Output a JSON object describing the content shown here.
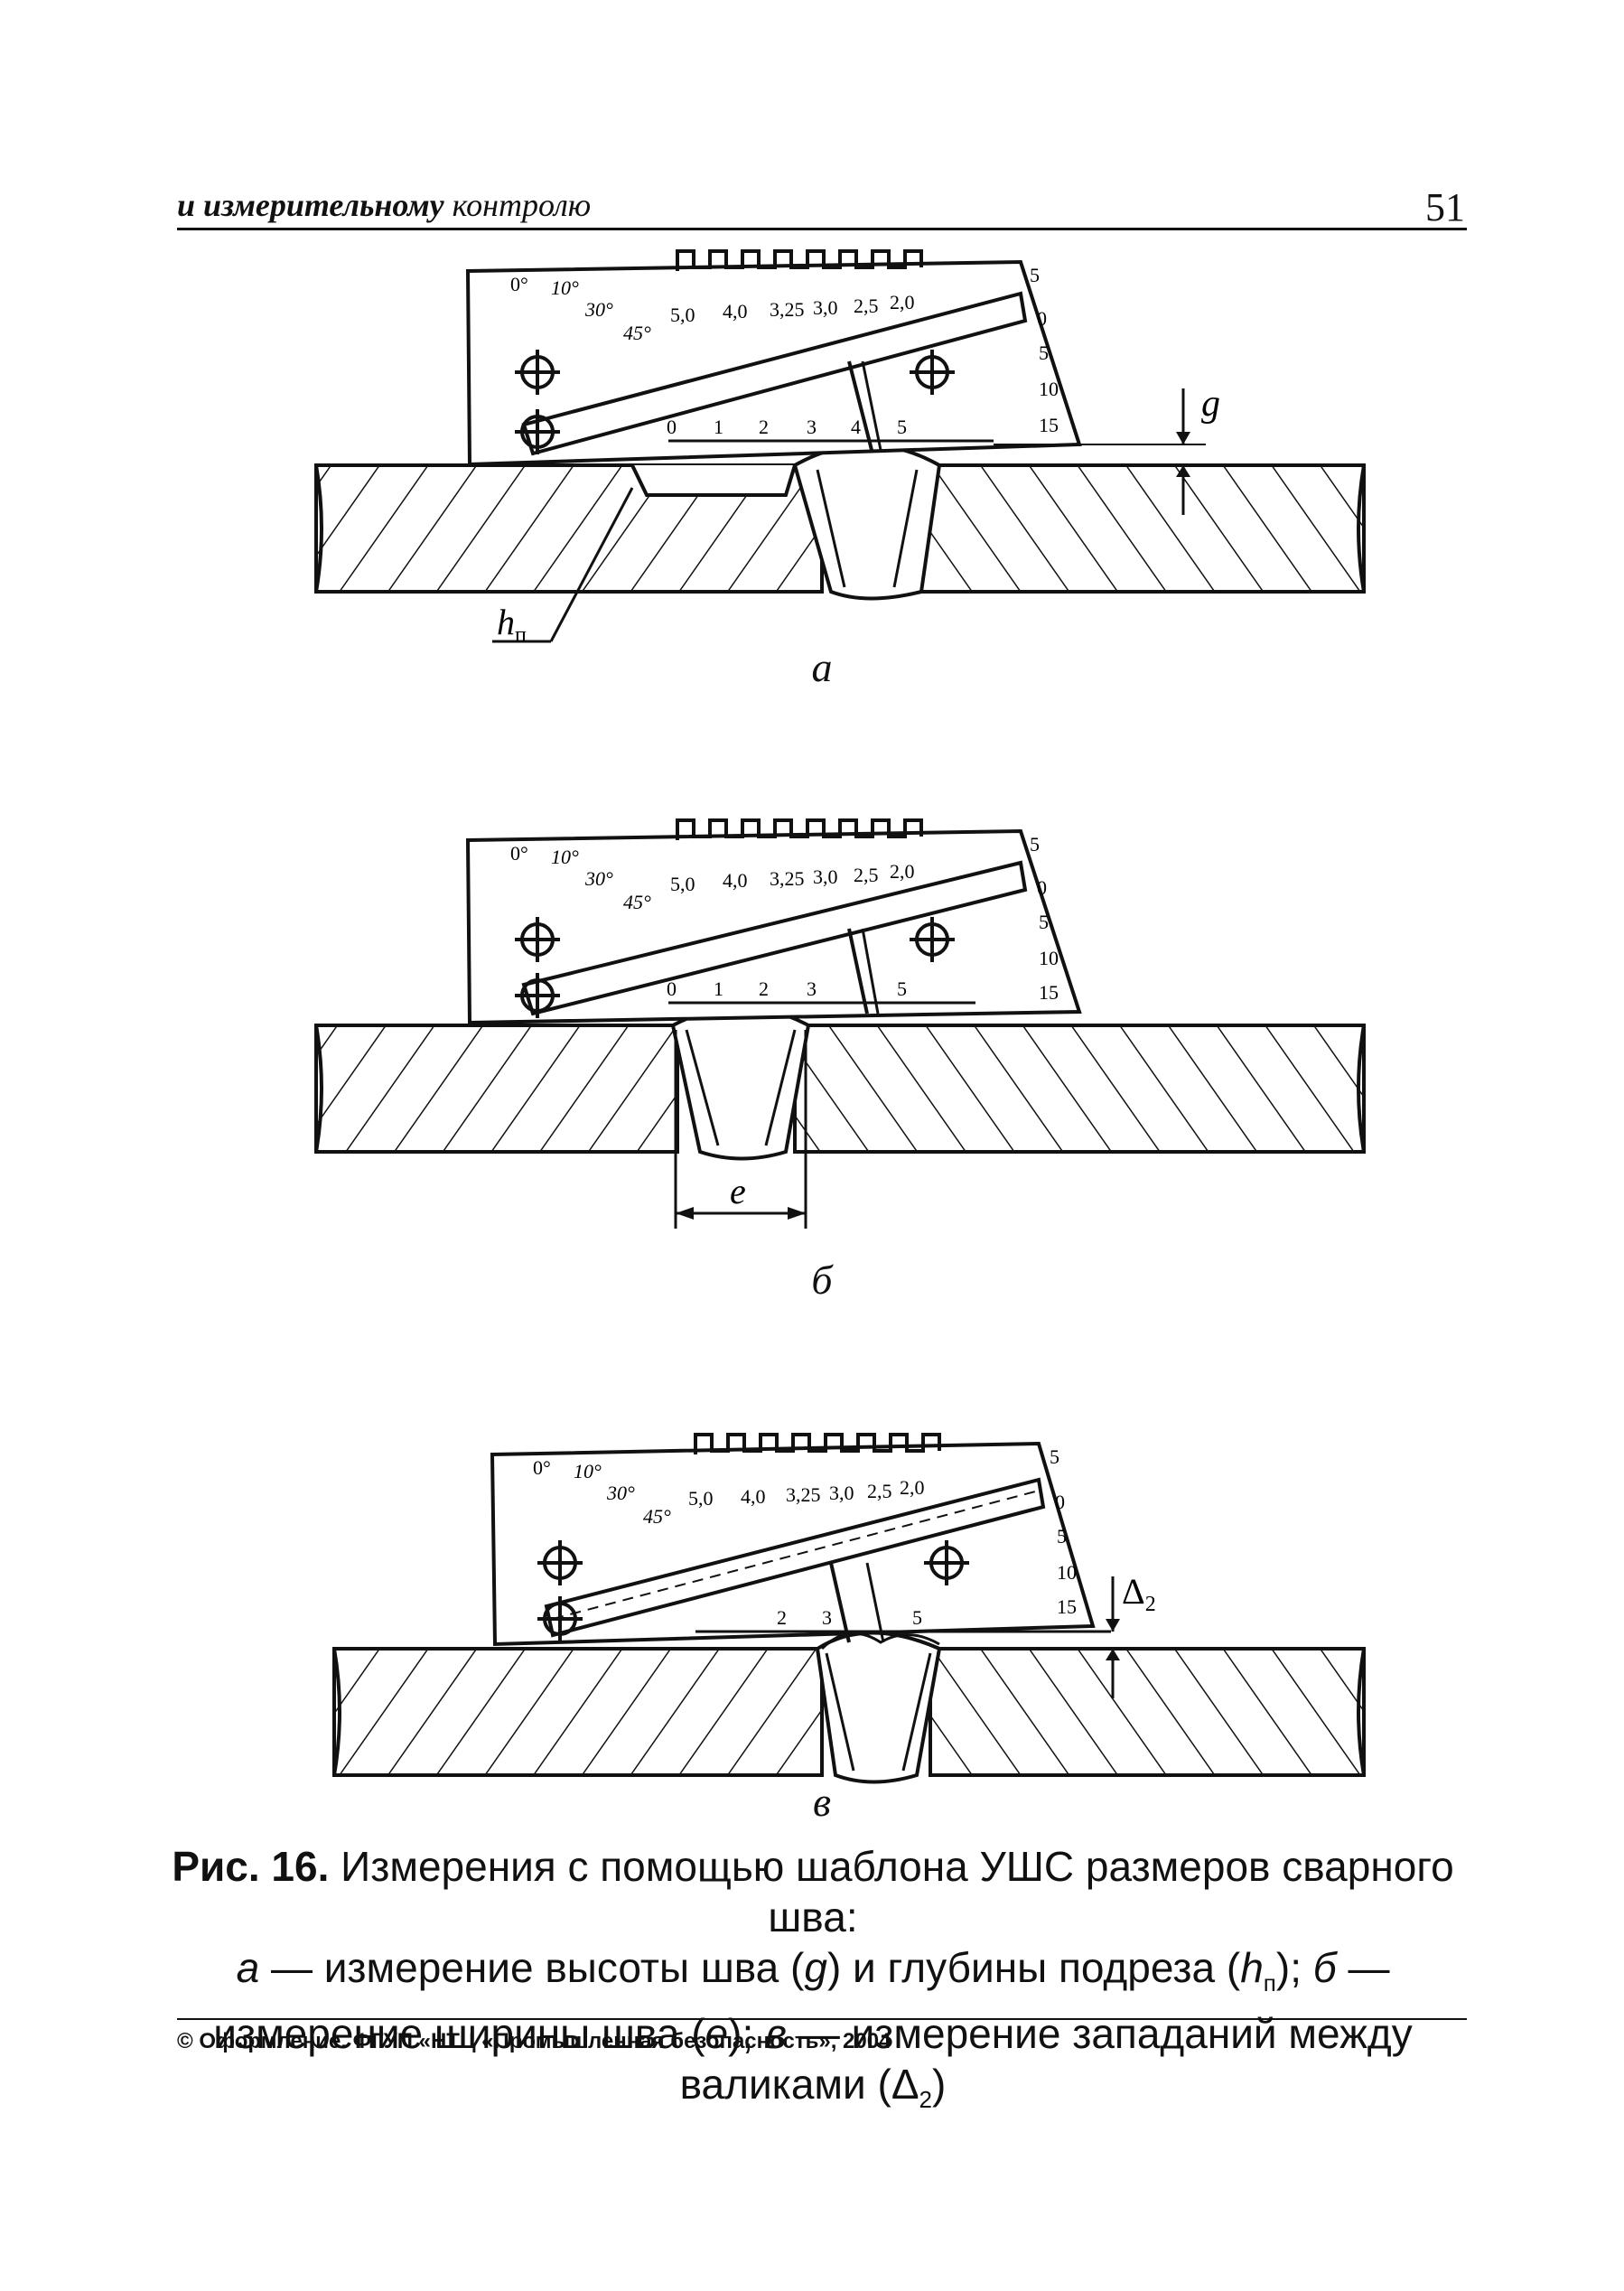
{
  "header": {
    "title_bold": "и измерительному",
    "title_plain": "контролю",
    "page_number": "51"
  },
  "gauge": {
    "angle_labels": [
      "0°",
      "10°",
      "30°",
      "45°"
    ],
    "gap_labels": [
      "5,0",
      "4,0",
      "3,25",
      "3,0",
      "2,5",
      "2,0"
    ],
    "slider_labels": [
      "0",
      "1",
      "2",
      "3",
      "4",
      "5"
    ],
    "vertical_labels": [
      "5",
      "0",
      "5",
      "10",
      "15"
    ]
  },
  "figures": {
    "a": {
      "letter": "а",
      "dim_g": "g",
      "dim_h": "h",
      "dim_h_sub": "п"
    },
    "b": {
      "letter": "б",
      "dim_e": "e"
    },
    "c": {
      "letter": "в",
      "dim_delta": "Δ",
      "dim_delta_sub": "2"
    }
  },
  "caption": {
    "label": "Рис. 16.",
    "line1": "Измерения с помощью шаблона УШС размеров сварного шва:",
    "a_letter": "а",
    "a_text": "— измерение высоты шва (",
    "g": "g",
    "a_text2": ") и глубины подреза (",
    "h": "h",
    "h_sub": "п",
    "a_text3": ");",
    "b_letter": "б",
    "b_text": "— измерение ширины шва (",
    "e": "e",
    "b_text2": ");",
    "c_letter": "в",
    "c_text": "— измерение западаний между валиками (Δ",
    "c_sub": "2",
    "c_text2": ")"
  },
  "footer": {
    "copyright": "© Оформление. ФГУП «НТЦ «Промышленная безопасность», 2004"
  }
}
